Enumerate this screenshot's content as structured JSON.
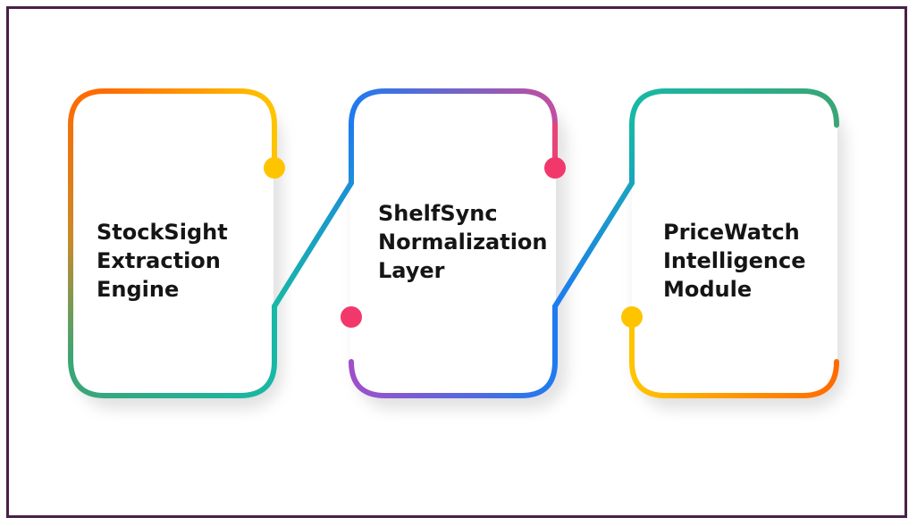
{
  "stages": [
    {
      "lines": [
        "StockSight",
        "Extraction",
        "Engine"
      ]
    },
    {
      "lines": [
        "ShelfSync",
        "Normalization",
        "Layer"
      ]
    },
    {
      "lines": [
        "PriceWatch",
        "Intelligence",
        "Module"
      ]
    }
  ],
  "colors": {
    "frame_border": "#4a1f47",
    "text": "#151515",
    "orange": "#ff6a00",
    "yellow": "#ffc400",
    "teal": "#17b8a6",
    "green": "#3aa577",
    "blue": "#1e7bf0",
    "purple": "#a050c8",
    "magenta": "#e94478",
    "pink": "#f2386b"
  }
}
